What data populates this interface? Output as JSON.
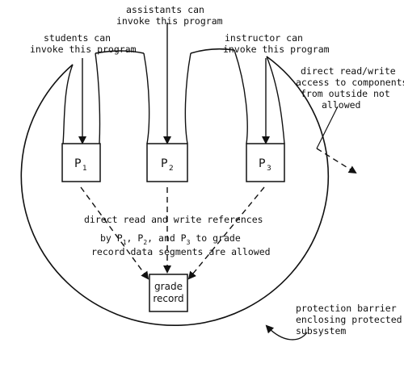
{
  "labels": {
    "students": [
      "students can",
      "invoke this program"
    ],
    "assistants": [
      "assistants can",
      "invoke this program"
    ],
    "instructor": [
      "instructor can",
      "invoke this program"
    ],
    "outside_access": [
      "direct read/write",
      "access to components",
      "from outside not",
      "allowed"
    ],
    "references_line1": "direct read and write references",
    "references_line2_by": "by P",
    "references_line2_sep1": ", P",
    "references_line2_sep2": ", and P",
    "references_line2_end": " to grade",
    "references_line3": "record data segments are allowed",
    "barrier": [
      "protection barrier",
      "enclosing protected",
      "subsystem"
    ]
  },
  "programs": [
    {
      "letter": "P",
      "index": "1"
    },
    {
      "letter": "P",
      "index": "2"
    },
    {
      "letter": "P",
      "index": "3"
    }
  ],
  "grade_record": [
    "grade",
    "record"
  ]
}
